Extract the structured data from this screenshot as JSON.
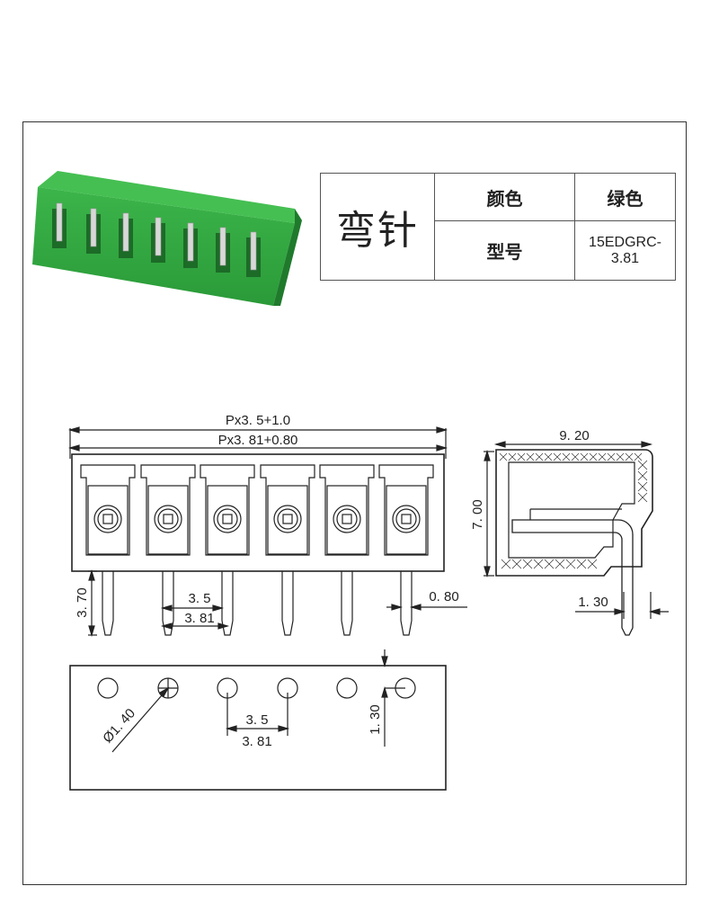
{
  "spec": {
    "title": "弯针",
    "color_label": "颜色",
    "color_value": "绿色",
    "model_label": "型号",
    "model_value": "15EDGRC-3.81"
  },
  "dims": {
    "top_overall_1": "Px3. 5+1.0",
    "top_overall_2": "Px3. 81+0.80",
    "pin_length": "3. 70",
    "pitch_a": "3. 5",
    "pitch_b": "3. 81",
    "pin_width": "0. 80",
    "side_width": "9. 20",
    "side_height": "7. 00",
    "side_offset": "1. 30",
    "hole_diameter": "Ø1. 40",
    "pcb_pitch_a": "3. 5",
    "pcb_pitch_b": "3. 81",
    "pcb_offset": "1. 30"
  },
  "colors": {
    "housing_green": "#2e9e3e",
    "housing_dark": "#1f7a2c",
    "pin_metal": "#d8d8d8",
    "line": "#222222"
  },
  "pole_count": 6
}
